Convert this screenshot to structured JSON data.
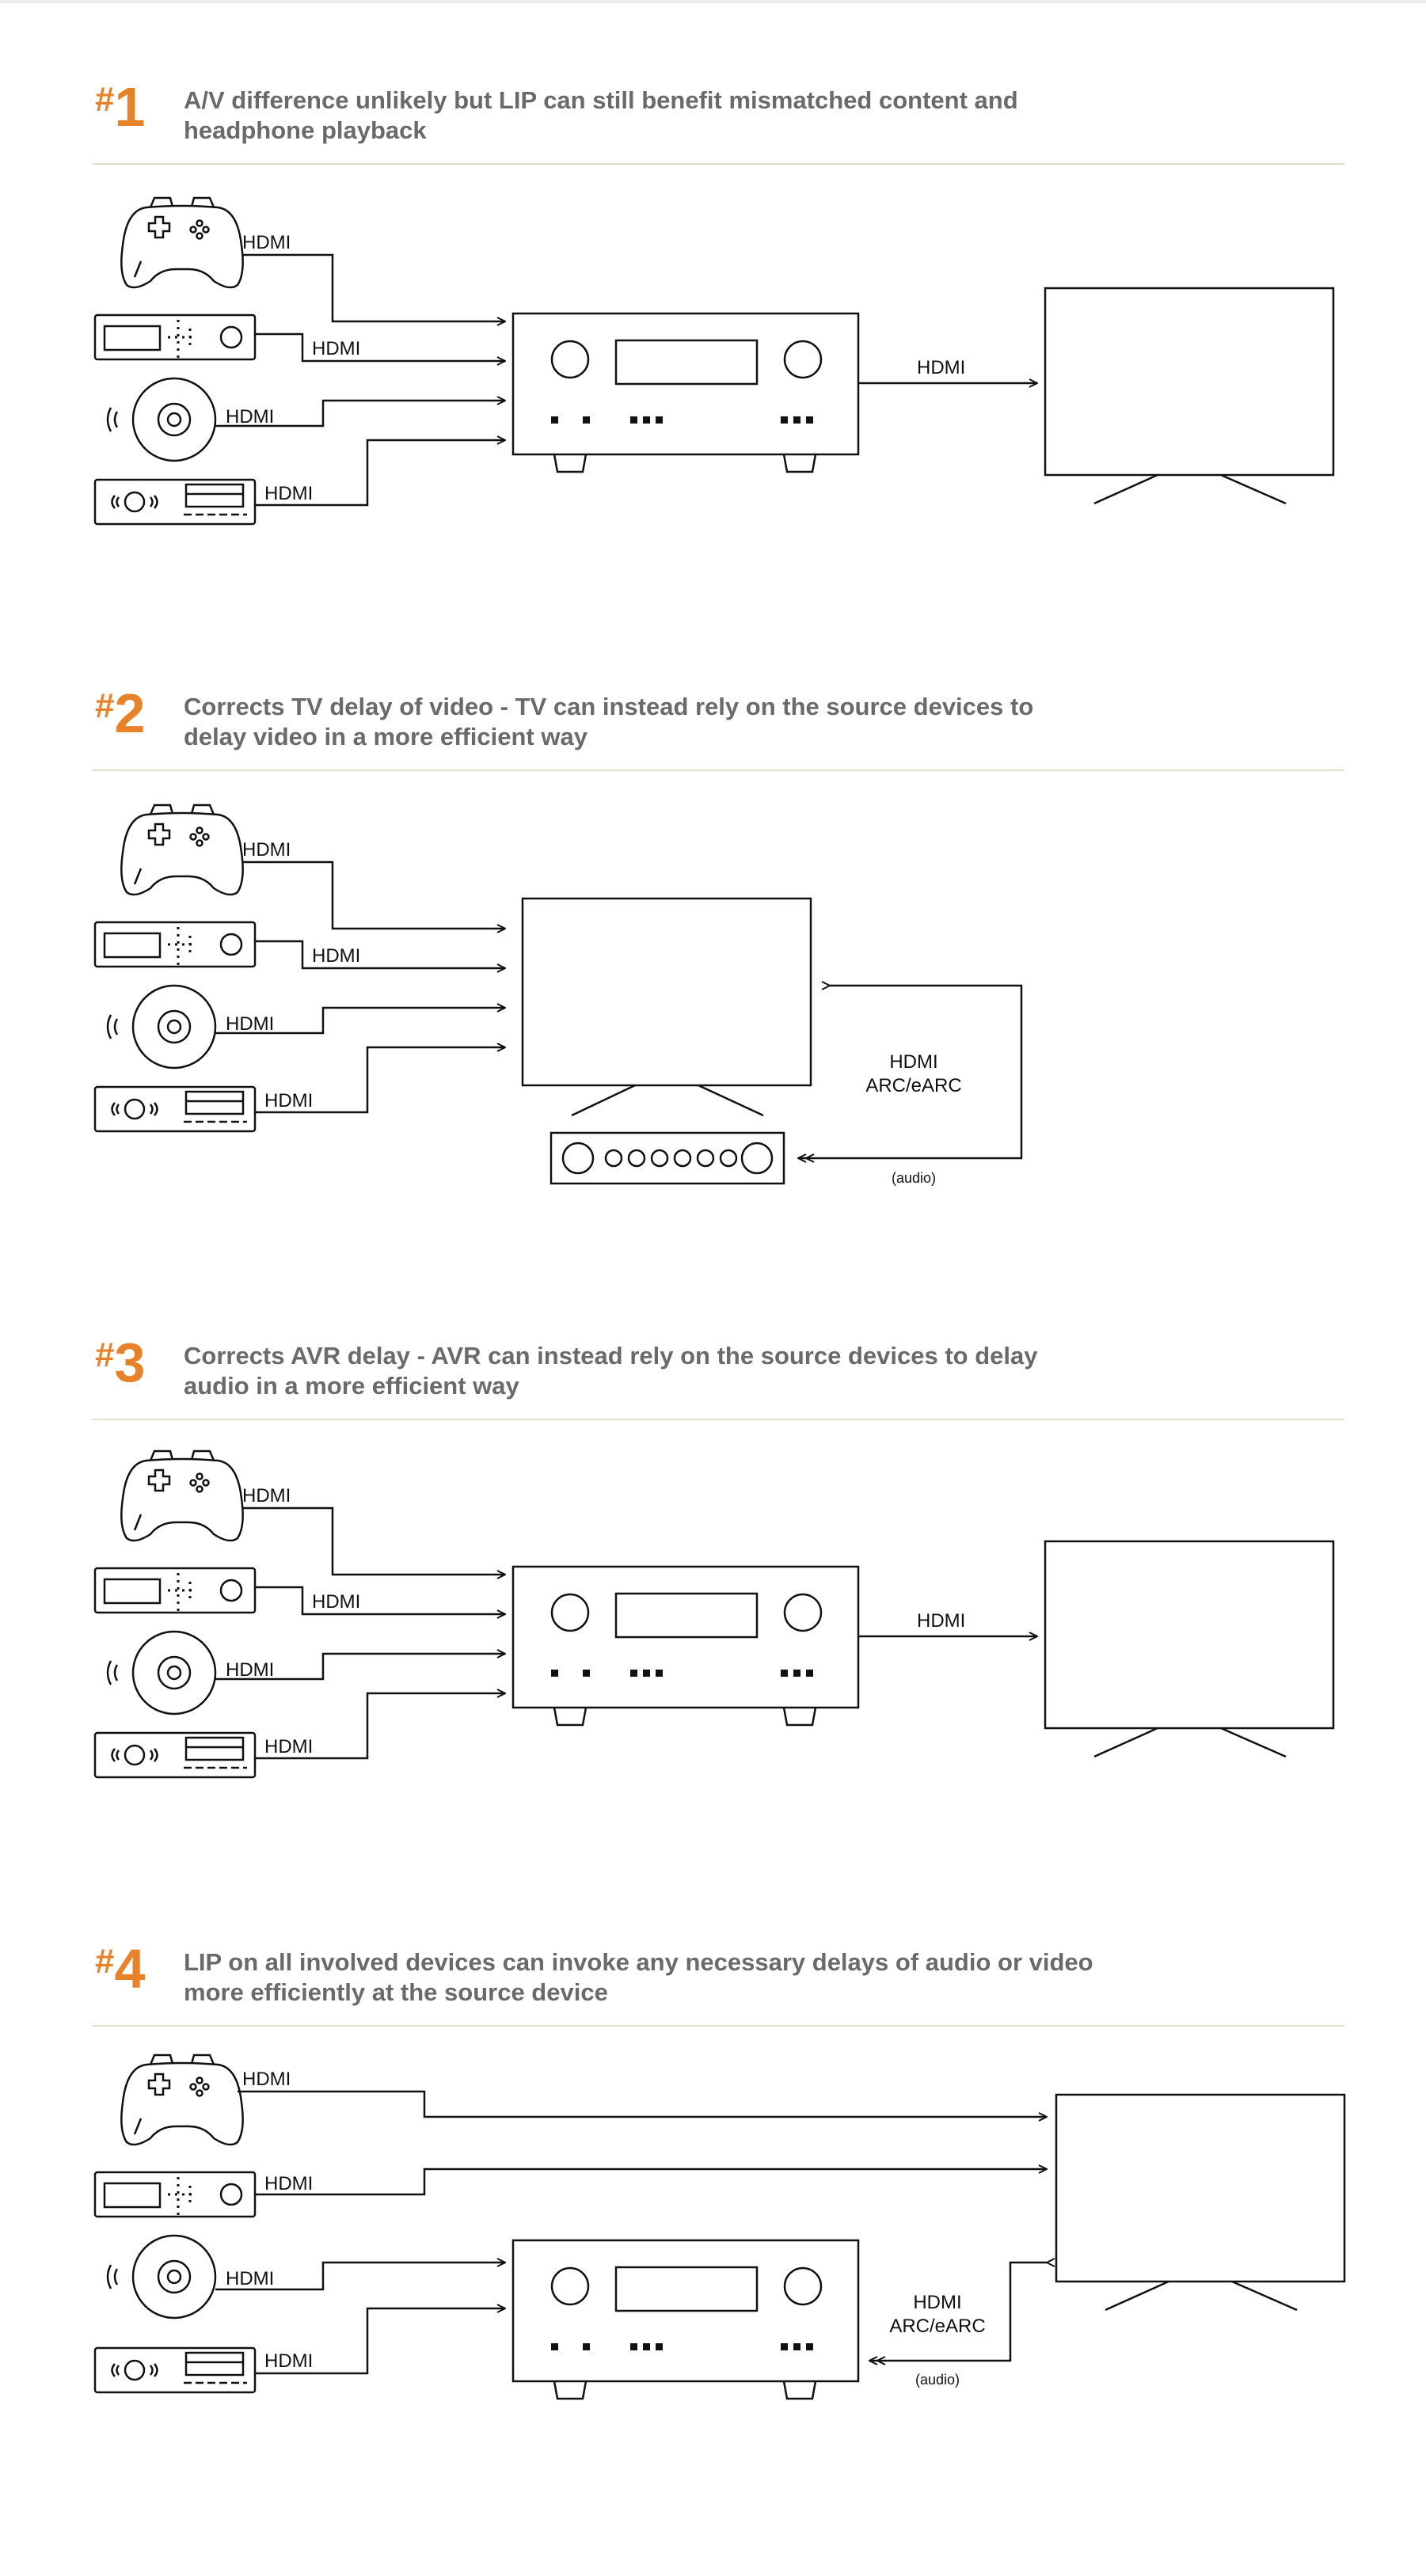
{
  "colors": {
    "accent": "#e8822a",
    "heading": "#6a6a6a",
    "rule": "#e6dcc4",
    "stroke": "#111111"
  },
  "sections": [
    {
      "hash": "#",
      "number": "1",
      "title": "A/V difference unlikely but LIP can still benefit mismatched content and headphone playback",
      "labels": {
        "gamepad": "HDMI",
        "streamer": "HDMI",
        "disc": "HDMI",
        "receiver": "HDMI",
        "output": "HDMI"
      }
    },
    {
      "hash": "#",
      "number": "2",
      "title": "Corrects TV delay of video - TV can instead rely on the source devices to delay video in a more efficient way",
      "labels": {
        "gamepad": "HDMI",
        "streamer": "HDMI",
        "disc": "HDMI",
        "receiver": "HDMI",
        "arc_1": "HDMI",
        "arc_2": "ARC/eARC",
        "audio": "(audio)"
      }
    },
    {
      "hash": "#",
      "number": "3",
      "title": "Corrects AVR delay - AVR can instead rely on the source devices to delay audio in a more efficient way",
      "labels": {
        "gamepad": "HDMI",
        "streamer": "HDMI",
        "disc": "HDMI",
        "receiver": "HDMI",
        "output": "HDMI"
      }
    },
    {
      "hash": "#",
      "number": "4",
      "title": "LIP on all involved devices can invoke any necessary delays of audio or video more efficiently at the source device",
      "labels": {
        "gamepad": "HDMI",
        "streamer": "HDMI",
        "disc": "HDMI",
        "receiver": "HDMI",
        "arc_1": "HDMI",
        "arc_2": "ARC/eARC",
        "audio": "(audio)"
      }
    }
  ]
}
